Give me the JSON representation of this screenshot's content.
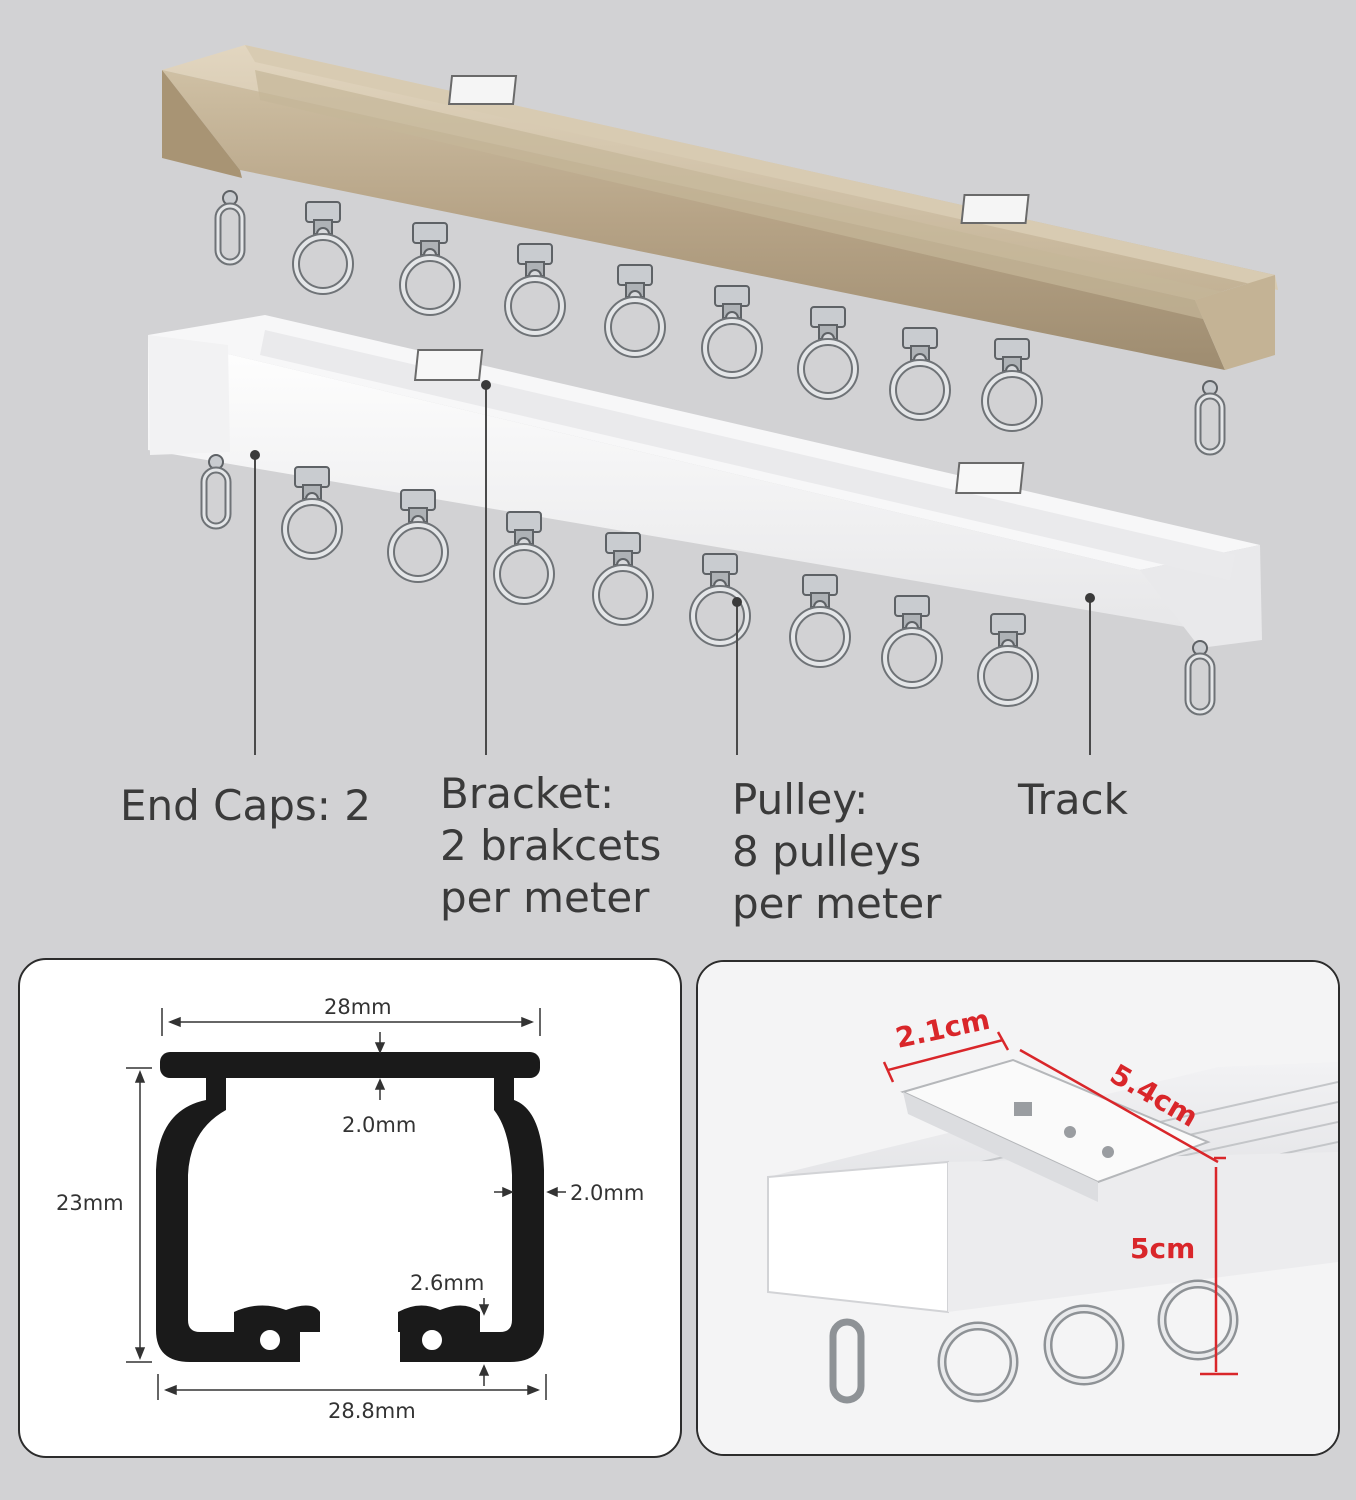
{
  "colors": {
    "background": "#d2d2d4",
    "track_gold": "#b8a68a",
    "track_white": "#f4f4f4",
    "hardware_silver": "#b9bcc0",
    "profile_black": "#1a1a1a",
    "dimension_red": "#d9262a"
  },
  "labels": {
    "end_caps": "End Caps: 2",
    "bracket_line1": "Bracket:",
    "bracket_line2": "2 brakcets",
    "bracket_line3": "per meter",
    "pulley_line1": "Pulley:",
    "pulley_line2": "8 pulleys",
    "pulley_line3": "per meter",
    "track": "Track"
  },
  "profile": {
    "top_width": "28mm",
    "top_thickness": "2.0mm",
    "height": "23mm",
    "side_thickness": "2.0mm",
    "bottom_thickness": "2.6mm",
    "bottom_width": "28.8mm"
  },
  "bracket_dims": {
    "width": "2.1cm",
    "length": "5.4cm",
    "height": "5cm"
  }
}
